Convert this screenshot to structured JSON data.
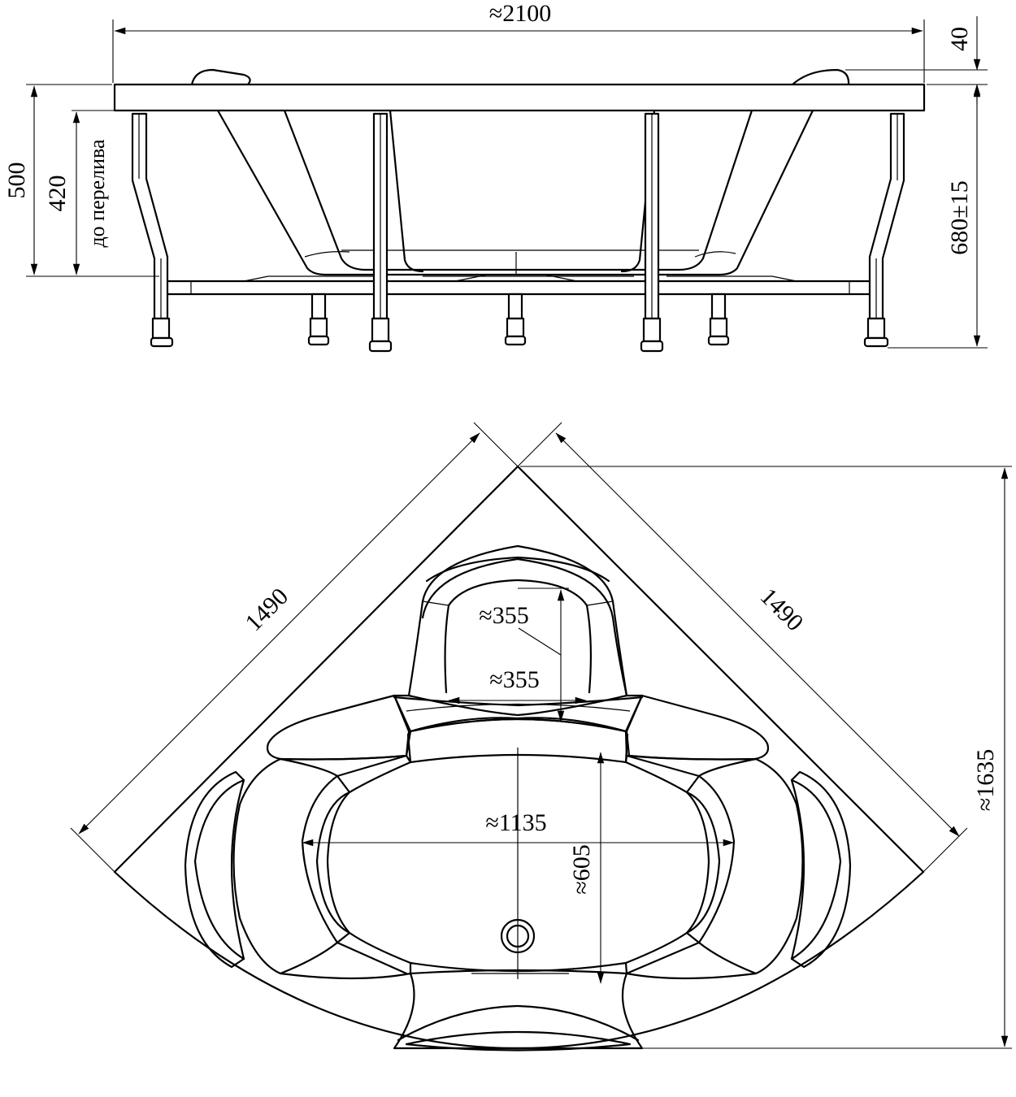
{
  "side_view": {
    "total_length": "≈2100",
    "rim_thickness": "40",
    "height_to_rim": "500",
    "overflow_height": "420",
    "overflow_caption": "до перелива",
    "total_height": "680±15"
  },
  "top_view": {
    "side_left": "1490",
    "side_right": "1490",
    "diagonal_depth": "≈1635",
    "seat_depth": "≈355",
    "seat_width": "≈355",
    "basin_width": "≈1135",
    "basin_depth": "≈605"
  },
  "colors": {
    "line": "#000000",
    "background": "#ffffff"
  }
}
